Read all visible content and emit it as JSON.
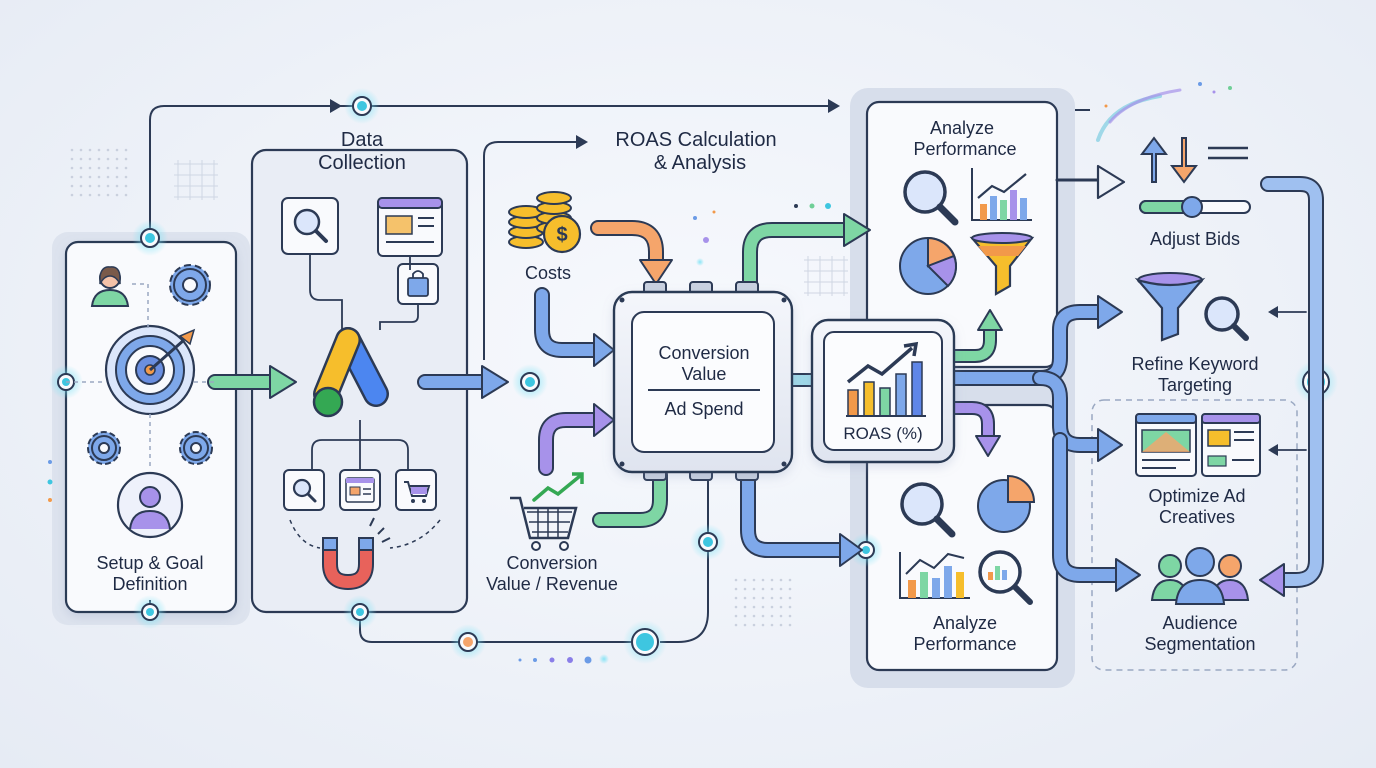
{
  "stages": {
    "setup": {
      "label_line1": "Setup & Goal",
      "label_line2": "Definition"
    },
    "data_collection": {
      "label_line1": "Data",
      "label_line2": "Collection"
    },
    "roas_calculation": {
      "label_line1": "ROAS Calculation",
      "label_line2": "& Analysis",
      "costs_label": "Costs",
      "revenue_label_line1": "Conversion",
      "revenue_label_line2": "Value / Revenue",
      "formula_numerator_line1": "Conversion",
      "formula_numerator_line2": "Value",
      "formula_denominator": "Ad Spend",
      "result_label": "ROAS (%)"
    },
    "analyze_top": {
      "label_line1": "Analyze",
      "label_line2": "Performance"
    },
    "analyze_bottom": {
      "label_line1": "Analyze",
      "label_line2": "Performance"
    },
    "optimizations": {
      "adjust_bids": "Adjust Bids",
      "refine_line1": "Refine Keyword",
      "refine_line2": "Targeting",
      "creatives_line1": "Optimize Ad",
      "creatives_line2": "Creatives",
      "audience_line1": "Audience",
      "audience_line2": "Segmentation"
    }
  },
  "colors": {
    "outline": "#2c3a55",
    "blue": "#6b9be6",
    "green": "#6fcf97",
    "orange": "#f2994a",
    "purple": "#9b7ee8",
    "node": "#3ec6e0"
  },
  "icons": [
    "user-icon",
    "gear-icon",
    "target-icon",
    "avatar-icon",
    "search-icon",
    "browser-icon",
    "shopping-bag-icon",
    "google-ads-logo-icon",
    "cart-icon",
    "magnet-icon",
    "coins-icon",
    "cart-growth-icon",
    "line-chart-icon",
    "pie-chart-icon",
    "funnel-icon",
    "bar-chart-icon",
    "sort-arrows-icon",
    "slider-icon",
    "ad-creative-icon",
    "audience-icon"
  ]
}
